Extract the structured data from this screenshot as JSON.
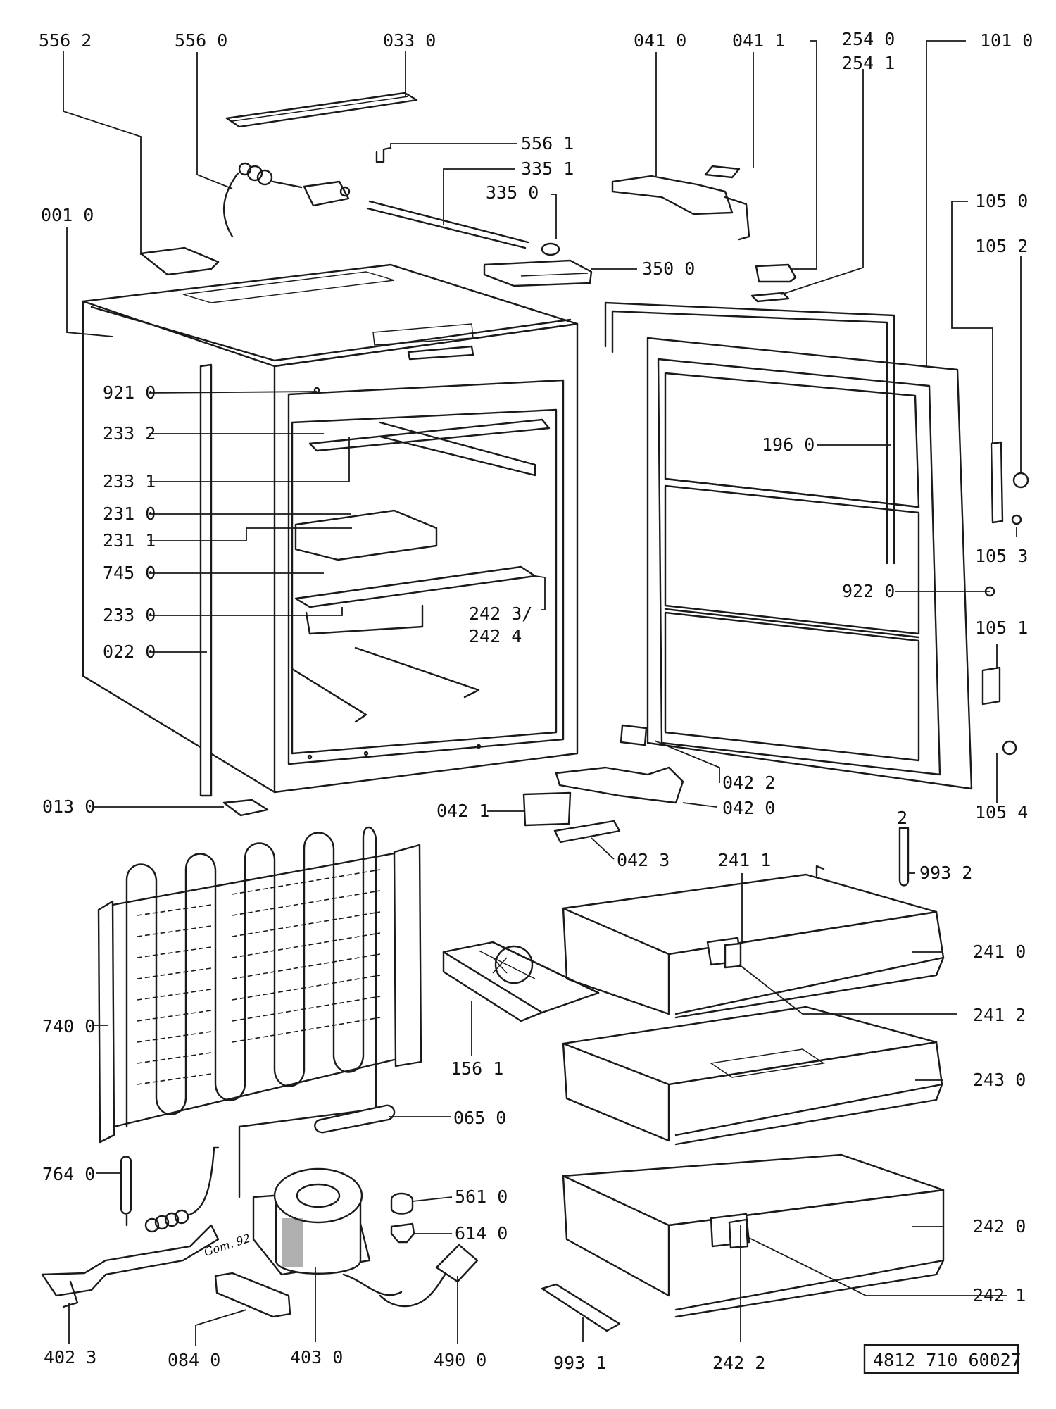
{
  "document_number": "4812 710 60027",
  "handwritten_note": "Gom. 92",
  "accent_color": "#1a1a1a",
  "labels": {
    "l5562": "556 2",
    "l5560": "556 0",
    "l0330": "033 0",
    "l0410": "041 0",
    "l0411": "041 1",
    "l2540": "254 0",
    "l2541": "254 1",
    "l1010": "101 0",
    "l5561": "556 1",
    "l3351": "335 1",
    "l3350": "335 0",
    "l0010": "001 0",
    "l1050": "105 0",
    "l1052": "105 2",
    "l3500": "350 0",
    "l9210": "921 0",
    "l2332": "233 2",
    "l1960": "196 0",
    "l2331": "233 1",
    "l2310": "231 0",
    "l2311": "231 1",
    "l1053": "105 3",
    "l7450": "745 0",
    "l9220": "922 0",
    "l2330": "233 0",
    "l2423": "242 3/",
    "l2424": "242 4",
    "l1051": "105 1",
    "l0220": "022 0",
    "l0422": "042 2",
    "l0130": "013 0",
    "l0421": "042 1",
    "l0420": "042 0",
    "l1054": "105 4",
    "l0423": "042 3",
    "l2411": "241 1",
    "l9932": "993 2",
    "l2410": "241 0",
    "l7400": "740 0",
    "l2412": "241 2",
    "l1561": "156 1",
    "l2430": "243 0",
    "l0650": "065 0",
    "l7640": "764 0",
    "l5610": "561 0",
    "l6140": "614 0",
    "l2420": "242 0",
    "l2421": "242 1",
    "l4023": "402 3",
    "l0840": "084 0",
    "l4030": "403 0",
    "l4900": "490 0",
    "l9931": "993 1",
    "l2422": "242 2"
  }
}
